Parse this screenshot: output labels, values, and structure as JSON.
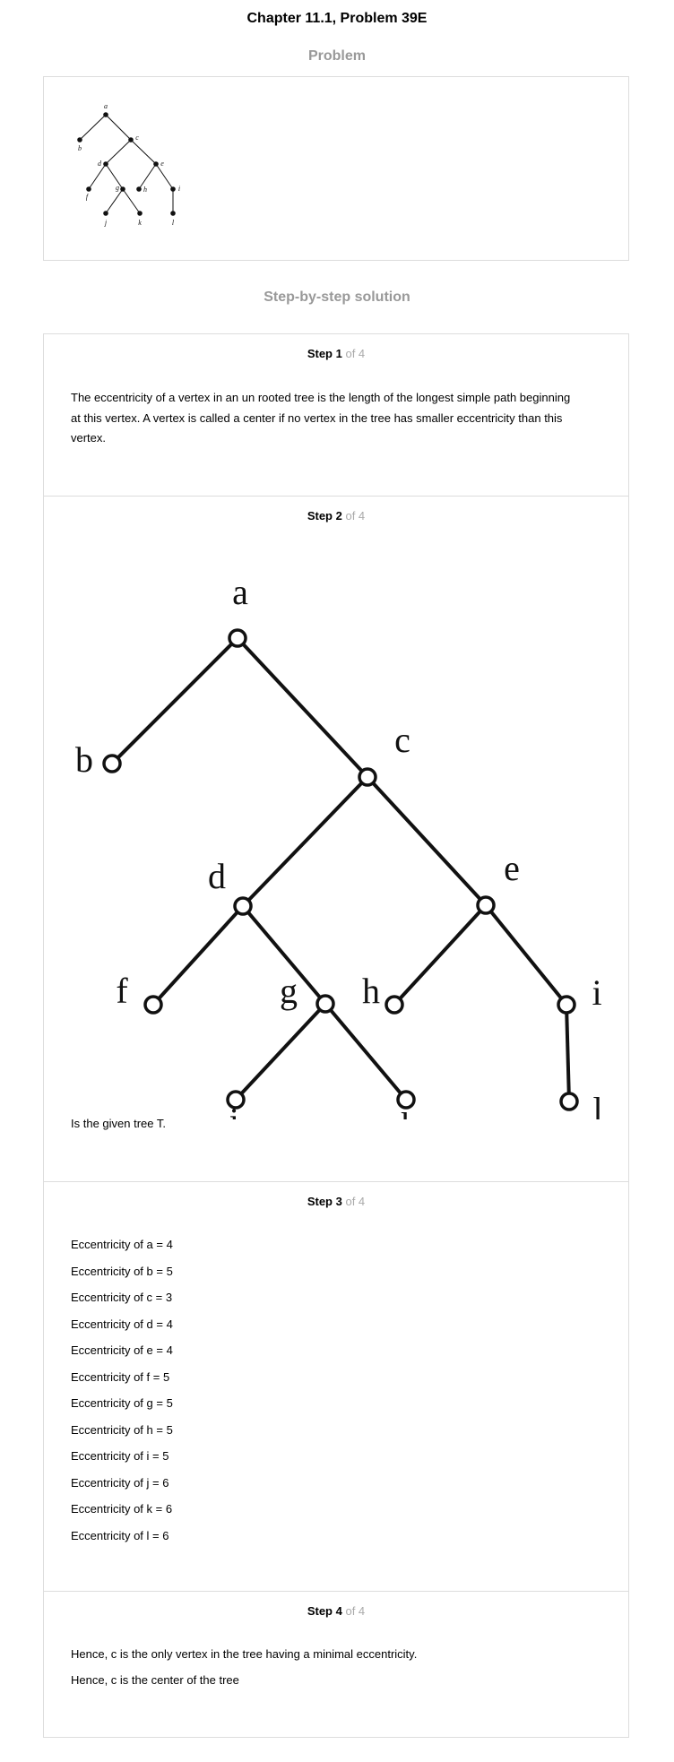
{
  "header": {
    "title": "Chapter 11.1, Problem 39E",
    "problem_heading": "Problem",
    "solution_heading": "Step-by-step solution"
  },
  "tree": {
    "vertices": [
      "a",
      "b",
      "c",
      "d",
      "e",
      "f",
      "g",
      "h",
      "i",
      "j",
      "k",
      "l"
    ],
    "edges": [
      [
        "a",
        "b"
      ],
      [
        "a",
        "c"
      ],
      [
        "c",
        "d"
      ],
      [
        "c",
        "e"
      ],
      [
        "d",
        "f"
      ],
      [
        "d",
        "g"
      ],
      [
        "e",
        "h"
      ],
      [
        "e",
        "i"
      ],
      [
        "g",
        "j"
      ],
      [
        "g",
        "k"
      ],
      [
        "i",
        "l"
      ]
    ]
  },
  "steps": [
    {
      "label": "Step 1",
      "of": "of 4",
      "text": "The eccentricity of a vertex in an un rooted tree is the length of the longest simple path beginning at this vertex. A vertex is called a center if no vertex in the tree has smaller eccentricity than this vertex."
    },
    {
      "label": "Step 2",
      "of": "of 4",
      "caption": "Is the given tree T."
    },
    {
      "label": "Step 3",
      "of": "of 4",
      "lines": [
        "Eccentricity of a = 4",
        "Eccentricity of b = 5",
        "Eccentricity of c = 3",
        "Eccentricity of d = 4",
        "Eccentricity of e = 4",
        "Eccentricity of f = 5",
        "Eccentricity of g = 5",
        "Eccentricity of h = 5",
        "Eccentricity of i = 5",
        "Eccentricity of j = 6",
        "Eccentricity of k = 6",
        "Eccentricity of l = 6"
      ]
    },
    {
      "label": "Step 4",
      "of": "of 4",
      "lines": [
        "Hence, c is the only vertex in the tree having a minimal eccentricity.",
        "Hence, c is the center of the tree"
      ]
    }
  ]
}
